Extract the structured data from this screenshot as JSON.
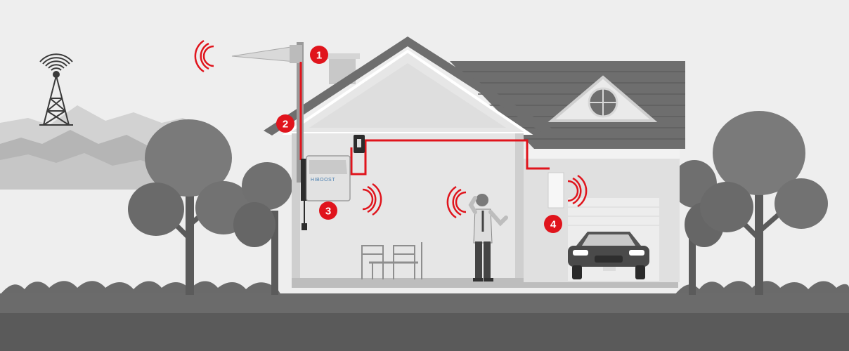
{
  "diagram": {
    "markers": [
      {
        "id": "outside-antenna",
        "label": "1"
      },
      {
        "id": "cable",
        "label": "2"
      },
      {
        "id": "booster",
        "label": "3"
      },
      {
        "id": "inside-antenna",
        "label": "4"
      }
    ],
    "booster_logo": "HIBOOST",
    "colors": {
      "accent": "#e0141c",
      "background": "#eeeeee",
      "ground": "#5e5e5e",
      "house_wall": "#e8e8e8",
      "roof": "#6b6b6b",
      "tree": "#6c6c6c"
    },
    "icons": [
      "cell-tower-icon",
      "signal-wave-icon",
      "car-icon",
      "person-icon",
      "table-chairs-icon"
    ]
  }
}
